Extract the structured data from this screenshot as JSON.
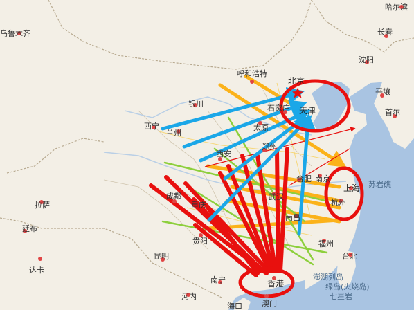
{
  "map": {
    "colors": {
      "land": "#f3efe6",
      "sea": "#a9c4e2",
      "border": "#b7a98f",
      "river": "#b9cfe6",
      "road": "#f6d77a",
      "flow_red": "#e8100e",
      "flow_blue": "#1ba7e8",
      "flow_orange": "#fbb21a",
      "flow_green": "#8dcf3c",
      "hub_ring": "#e8100e",
      "city_dot": "#e04545"
    },
    "cities": [
      {
        "id": "urumqi",
        "name": "乌鲁木齐"
      },
      {
        "id": "harbin",
        "name": "哈尔滨"
      },
      {
        "id": "changchun",
        "name": "长春"
      },
      {
        "id": "shenyang",
        "name": "沈阳"
      },
      {
        "id": "hohhot",
        "name": "呼和浩特"
      },
      {
        "id": "beijing",
        "name": "北京"
      },
      {
        "id": "tianjin",
        "name": "天津"
      },
      {
        "id": "shijiazhuang",
        "name": "石家庄"
      },
      {
        "id": "taiyuan",
        "name": "太原"
      },
      {
        "id": "yinchuan",
        "name": "银川"
      },
      {
        "id": "xining",
        "name": "西宁"
      },
      {
        "id": "lanzhou",
        "name": "兰州"
      },
      {
        "id": "xian",
        "name": "西安"
      },
      {
        "id": "zhengzhou",
        "name": "郑州"
      },
      {
        "id": "nanjing",
        "name": "南京"
      },
      {
        "id": "shanghai",
        "name": "上海"
      },
      {
        "id": "hangzhou",
        "name": "杭州"
      },
      {
        "id": "hefei",
        "name": "合肥"
      },
      {
        "id": "wuhan",
        "name": "武汉"
      },
      {
        "id": "nanchang",
        "name": "南昌"
      },
      {
        "id": "chengdu",
        "name": "成都"
      },
      {
        "id": "chongqing",
        "name": "重庆"
      },
      {
        "id": "guiyang",
        "name": "贵阳"
      },
      {
        "id": "kunming",
        "name": "昆明"
      },
      {
        "id": "nanning",
        "name": "南宁"
      },
      {
        "id": "fuzhou",
        "name": "福州"
      },
      {
        "id": "taipei",
        "name": "台北"
      },
      {
        "id": "hongkong",
        "name": "香港"
      },
      {
        "id": "macau",
        "name": "澳门"
      },
      {
        "id": "haikou",
        "name": "海口"
      },
      {
        "id": "lhasa",
        "name": "拉萨"
      },
      {
        "id": "pyongyang",
        "name": "平壤"
      },
      {
        "id": "seoul",
        "name": "首尔"
      }
    ],
    "labels": {
      "suyan": "苏岩礁",
      "tingbu": "廷布",
      "dhaka": "达卡",
      "hanoi": "河内",
      "penghu": "澎湖列岛",
      "green_island": "绿岛(火烧岛)",
      "qixingyan": "七星岩"
    },
    "hubs": [
      {
        "id": "beijing-tianjin-hub"
      },
      {
        "id": "shanghai-hangzhou-hub"
      },
      {
        "id": "hongkong-guangzhou-hub"
      }
    ],
    "flows": {
      "blue": 6,
      "orange": 7,
      "red": 12,
      "green": 5
    }
  }
}
